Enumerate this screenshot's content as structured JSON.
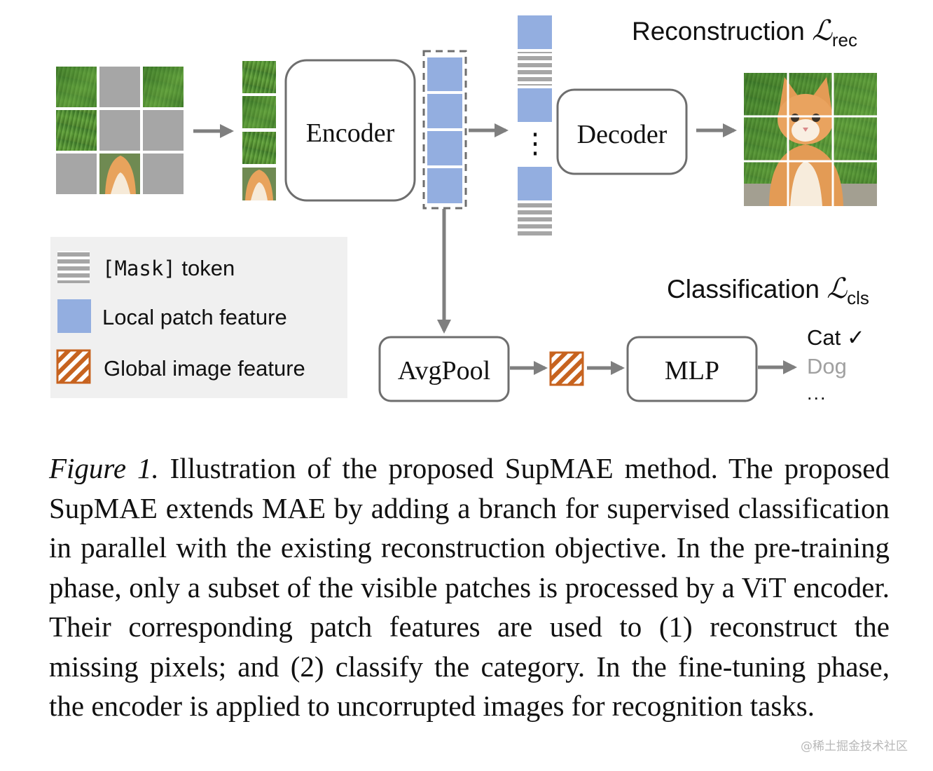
{
  "diagram": {
    "encoder_label": "Encoder",
    "decoder_label": "Decoder",
    "avgpool_label": "AvgPool",
    "mlp_label": "MLP",
    "reconstruction_title": "Reconstruction ",
    "reconstruction_loss_symbol": "ℒ",
    "reconstruction_loss_subscript": "rec",
    "classification_title": "Classification ",
    "classification_loss_symbol": "ℒ",
    "classification_loss_subscript": "cls",
    "vertical_ellipsis": "⋮",
    "outputs": {
      "first": "Cat ✓",
      "second": "Dog",
      "more": "..."
    }
  },
  "legend": {
    "mask_token_bracket": "[Mask]",
    "mask_token_word": " token",
    "local_patch": "Local patch feature",
    "global_image": "Global image feature"
  },
  "colors": {
    "patch_blue": "#93aee0",
    "mask_gray": "#a6a6a6",
    "hatch_orange": "#c7631f",
    "arrow_gray": "#7f7f7f",
    "box_border": "#6e6e6e",
    "legend_bg": "#f0f0f0",
    "output_dim": "#a0a0a0"
  },
  "caption": {
    "lead": "Figure 1.",
    "body": " Illustration of the proposed SupMAE method. The proposed SupMAE extends MAE by adding a branch for supervised classification in parallel with the existing reconstruction objective. In the pre-training phase, only a subset of the visible patches is processed by a ViT encoder. Their corresponding patch features are used to (1) reconstruct the missing pixels; and (2) classify the category. In the fine-tuning phase, the encoder is applied to uncorrupted images for recognition tasks."
  },
  "watermark": "@稀土掘金技术社区"
}
